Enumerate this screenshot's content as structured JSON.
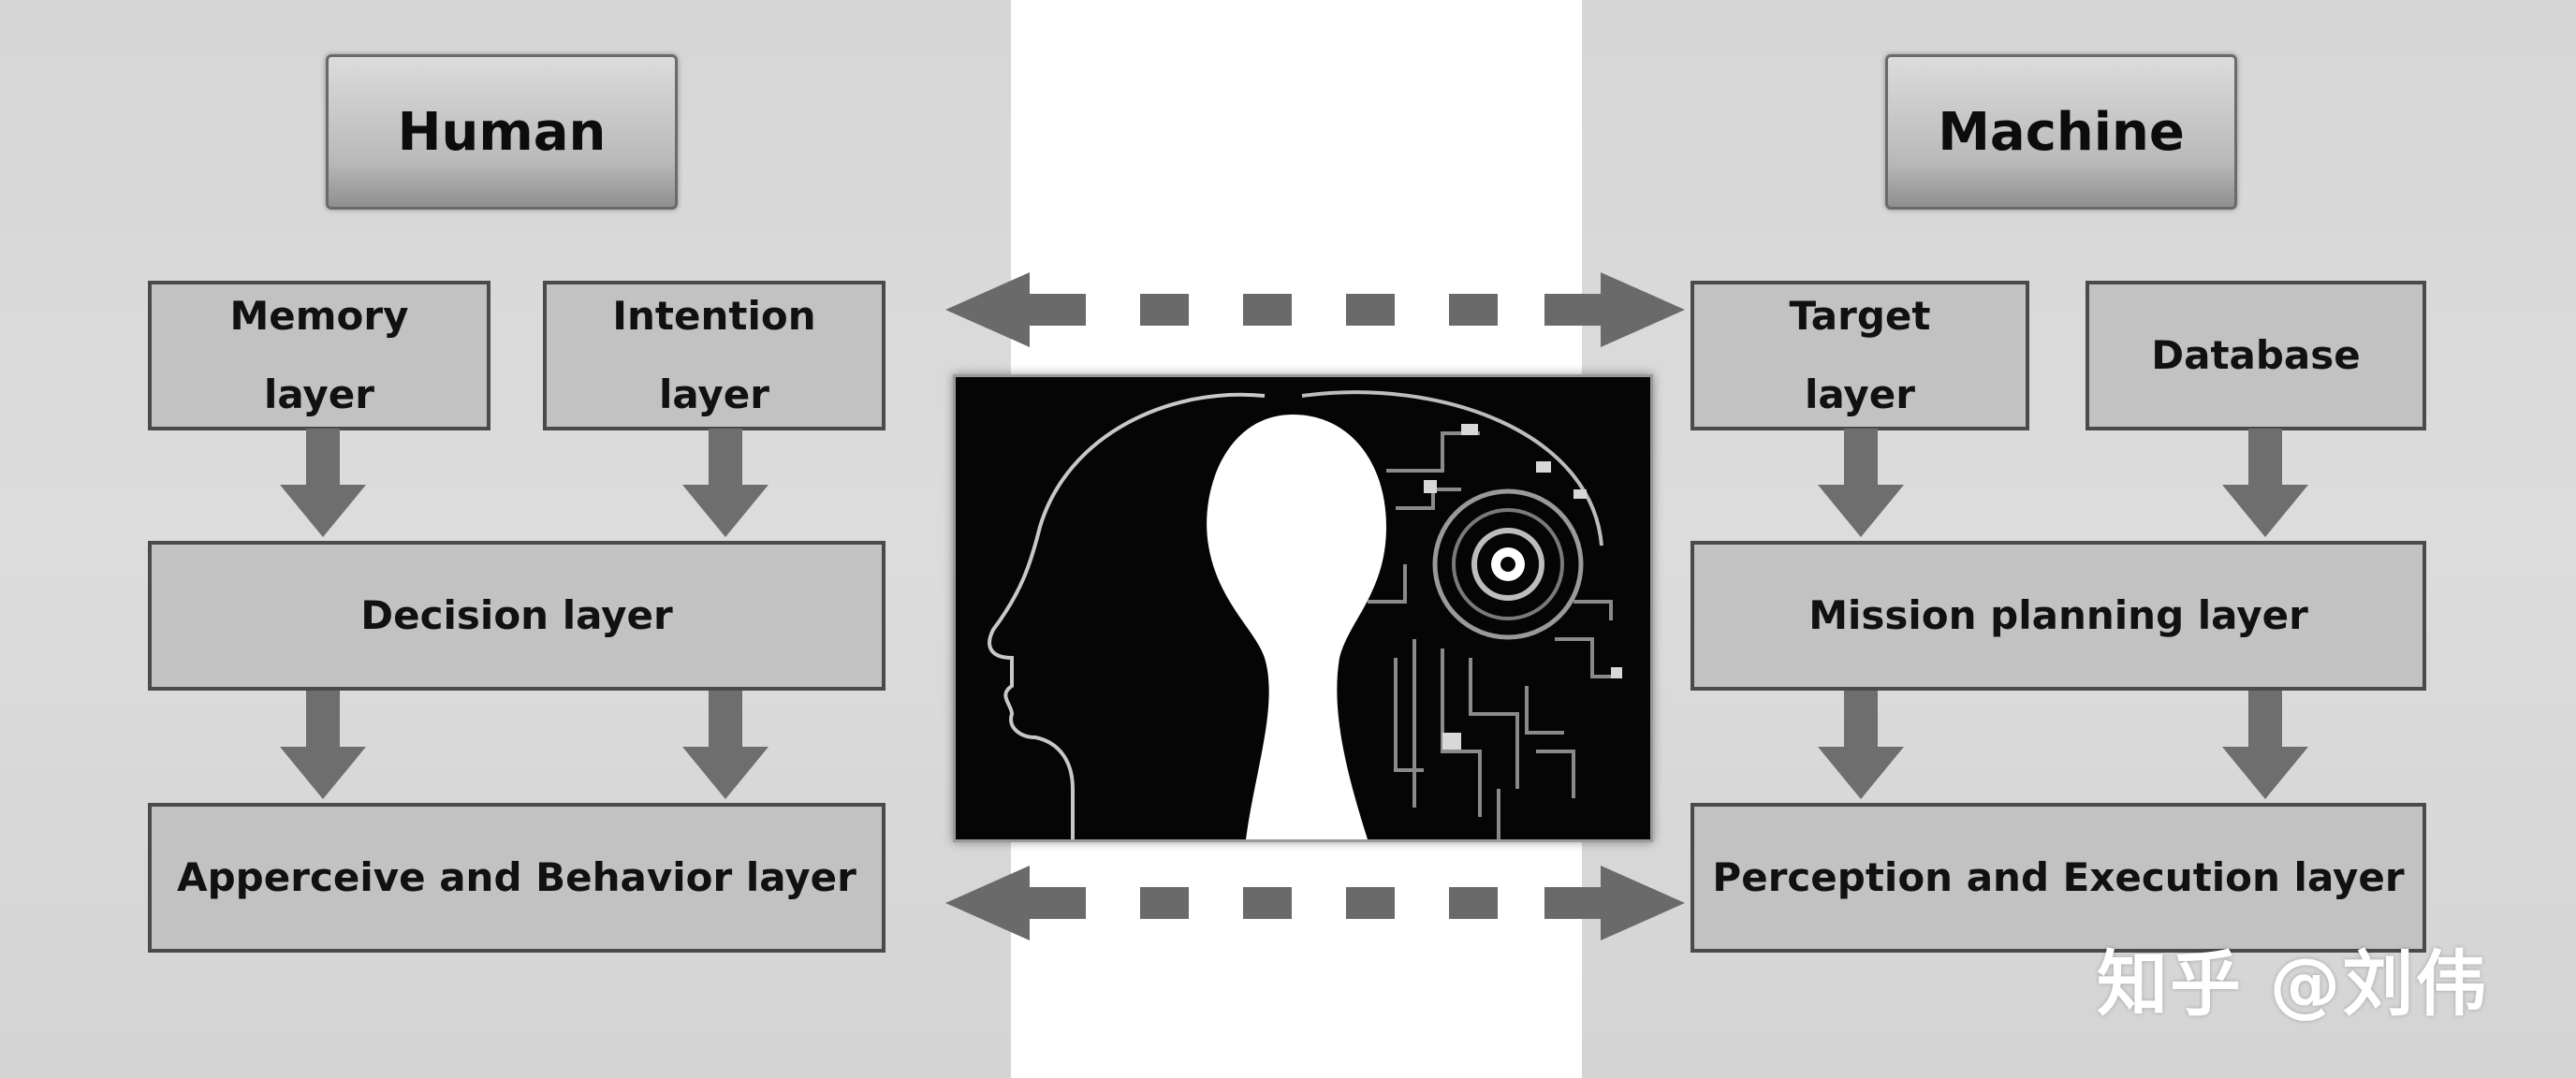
{
  "human": {
    "title": "Human",
    "memory": [
      "Memory",
      "layer"
    ],
    "intention": [
      "Intention",
      "layer"
    ],
    "decision": "Decision layer",
    "behavior": "Apperceive and Behavior layer"
  },
  "machine": {
    "title": "Machine",
    "target": [
      "Target",
      "layer"
    ],
    "database": "Database",
    "mission": "Mission planning layer",
    "perception": "Perception and Execution layer"
  },
  "figure": {
    "icon": "human-machine-head-icon"
  },
  "watermark": "知乎 @刘伟",
  "colors": {
    "panel": "#d8d8d8",
    "box": "#c2c2c2",
    "border": "#4a4a4a",
    "arrow": "#6e6e6e"
  }
}
